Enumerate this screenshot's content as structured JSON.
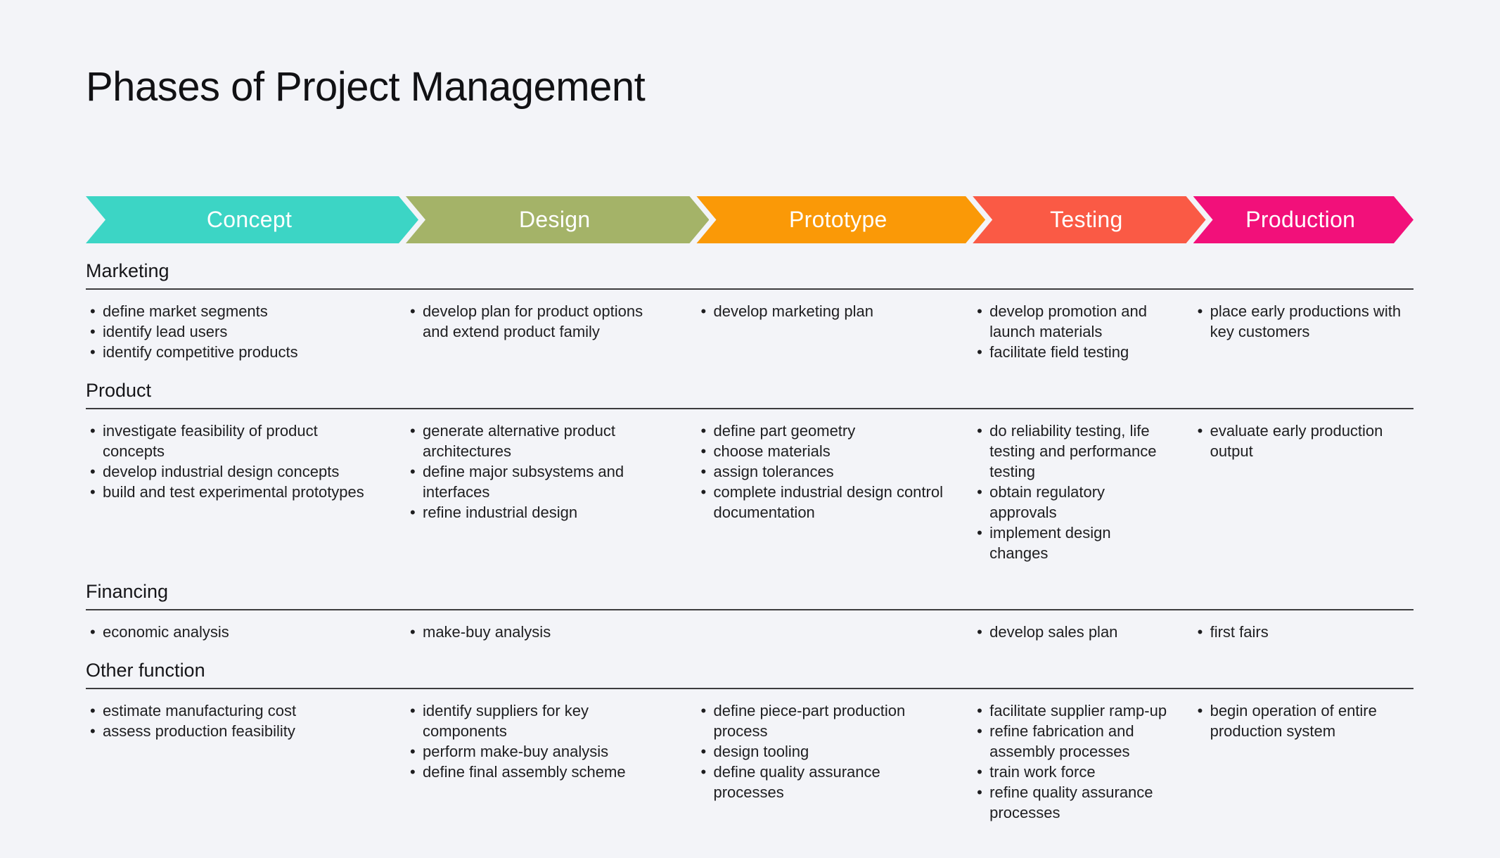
{
  "page": {
    "title": "Phases of Project Management",
    "background_color": "#f3f4f8",
    "text_color": "#1e1e20"
  },
  "phases": [
    {
      "label": "Concept",
      "color": "#3cd5c5"
    },
    {
      "label": "Design",
      "color": "#a4b368"
    },
    {
      "label": "Prototype",
      "color": "#fa9907"
    },
    {
      "label": "Testing",
      "color": "#fa5a45"
    },
    {
      "label": "Production",
      "color": "#f2107a"
    }
  ],
  "sections": [
    {
      "name": "Marketing",
      "cells": [
        [
          "define market segments",
          "identify lead users",
          "identify competitive products"
        ],
        [
          "develop plan for product options and extend product family"
        ],
        [
          "develop marketing plan"
        ],
        [
          "develop promotion and launch materials",
          "facilitate field testing"
        ],
        [
          "place early productions with key customers"
        ]
      ]
    },
    {
      "name": "Product",
      "cells": [
        [
          "investigate feasibility of product concepts",
          "develop industrial design concepts",
          "build and test experimental prototypes"
        ],
        [
          "generate alternative product architectures",
          "define major subsystems and interfaces",
          "refine industrial design"
        ],
        [
          "define part geometry",
          "choose materials",
          "assign tolerances",
          "complete industrial design control documentation"
        ],
        [
          "do reliability testing, life testing and performance testing",
          "obtain regulatory approvals",
          "implement design changes"
        ],
        [
          "evaluate early production output"
        ]
      ]
    },
    {
      "name": "Financing",
      "cells": [
        [
          "economic analysis"
        ],
        [
          "make-buy analysis"
        ],
        [],
        [
          "develop sales plan"
        ],
        [
          "first fairs"
        ]
      ]
    },
    {
      "name": "Other function",
      "cells": [
        [
          "estimate manufacturing cost",
          "assess production feasibility"
        ],
        [
          "identify suppliers for key components",
          "perform make-buy analysis",
          "define final assembly scheme"
        ],
        [
          "define piece-part production process",
          "design tooling",
          "define quality assurance processes"
        ],
        [
          "facilitate supplier ramp-up",
          "refine fabrication and assembly processes",
          "train work force",
          "refine quality assurance processes"
        ],
        [
          "begin operation of entire production system"
        ]
      ]
    }
  ]
}
